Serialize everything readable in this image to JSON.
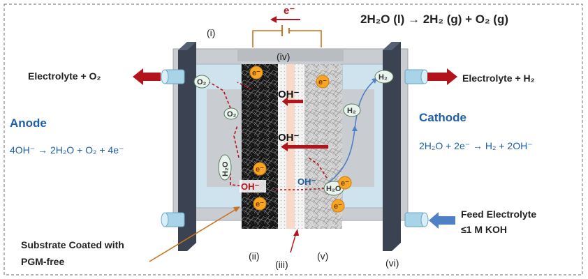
{
  "equations": {
    "overall": "2H₂O (l) → 2H₂ (g) + O₂ (g)",
    "anode": "4OH⁻ → 2H₂O + O₂ + 4e⁻",
    "cathode": "2H₂O + 2e⁻ → H₂ + 2OH⁻"
  },
  "labels": {
    "electron_top": "e⁻",
    "electrolyte_o2": "Electrolyte + O₂",
    "electrolyte_h2": "Electrolyte + H₂",
    "anode": "Anode",
    "cathode": "Cathode",
    "feed_line1": "Feed Electrolyte",
    "feed_line2": "≤1 M KOH",
    "substrate_line1": "Substrate Coated with",
    "substrate_line2": "PGM-free"
  },
  "parts": {
    "i": "(i)",
    "ii": "(ii)",
    "iii": "(iii)",
    "iv": "(iv)",
    "v": "(v)",
    "vi": "(vi)"
  },
  "species": {
    "hydroxide": "OH⁻",
    "electron": "e⁻",
    "oxygen": "O₂",
    "hydrogen": "H₂",
    "water": "H₂O"
  },
  "colors": {
    "plate": "#3b4251",
    "frame": "#c9ccd1",
    "flow_field": "#cfe3ee",
    "anode_electrode": "#151515",
    "membrane": "#f6d9c8",
    "cathode_electrode": "#c9c9c9",
    "arrow_red": "#b3131b",
    "arrow_blue": "#4f7fc4",
    "electron_fill": "#f6a623",
    "accent_blue": "#1f5fa8",
    "wire": "#c8731e"
  }
}
